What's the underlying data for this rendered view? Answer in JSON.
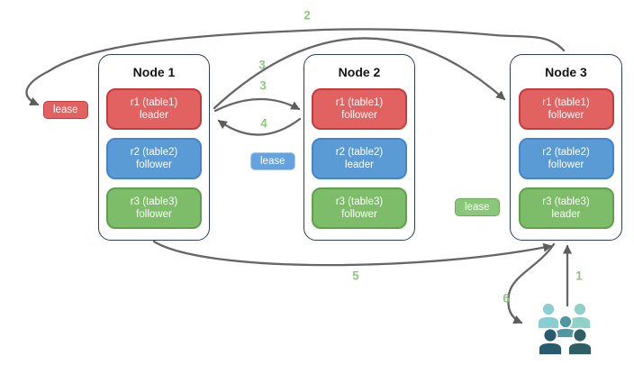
{
  "nodes": [
    {
      "title": "Node 1",
      "replicas": [
        {
          "name": "r1 (table1)",
          "role": "leader",
          "color": "red"
        },
        {
          "name": "r2 (table2)",
          "role": "follower",
          "color": "blue"
        },
        {
          "name": "r3 (table3)",
          "role": "follower",
          "color": "green"
        }
      ]
    },
    {
      "title": "Node 2",
      "replicas": [
        {
          "name": "r1 (table1)",
          "role": "follower",
          "color": "red"
        },
        {
          "name": "r2 (table2)",
          "role": "leader",
          "color": "blue"
        },
        {
          "name": "r3 (table3)",
          "role": "follower",
          "color": "green"
        }
      ]
    },
    {
      "title": "Node 3",
      "replicas": [
        {
          "name": "r1 (table1)",
          "role": "follower",
          "color": "red"
        },
        {
          "name": "r2 (table2)",
          "role": "follower",
          "color": "blue"
        },
        {
          "name": "r3 (table3)",
          "role": "leader",
          "color": "green"
        }
      ]
    }
  ],
  "leases": [
    {
      "label": "lease",
      "color": "red",
      "near": "Node 1 r1 leader"
    },
    {
      "label": "lease",
      "color": "blue",
      "near": "Node 2 r2 leader"
    },
    {
      "label": "lease",
      "color": "green",
      "near": "Node 3 r3 leader"
    }
  ],
  "steps": {
    "s1": "1",
    "s2": "2",
    "s3a": "3",
    "s3b": "3",
    "s4": "4",
    "s5": "5",
    "s6": "6"
  },
  "flows": [
    {
      "step": "1",
      "from": "clients",
      "to": "Node 3"
    },
    {
      "step": "2",
      "from": "Node 3",
      "to": "lease at Node 1"
    },
    {
      "step": "3",
      "from": "Node 1 r1 leader",
      "to": "Node 2 r1 follower"
    },
    {
      "step": "3",
      "from": "Node 1 r1 leader",
      "to": "Node 3 r1 follower"
    },
    {
      "step": "4",
      "from": "Node 2 r1 follower",
      "to": "Node 1 r1 leader"
    },
    {
      "step": "5",
      "from": "Node 1",
      "to": "Node 3"
    },
    {
      "step": "6",
      "from": "Node 3",
      "to": "clients"
    }
  ],
  "icons": {
    "client": "users-group-icon"
  },
  "colors": {
    "replica_red": "#e26262",
    "replica_red_border": "#c63b3b",
    "replica_blue": "#5b9bd5",
    "replica_blue_border": "#4385cb",
    "replica_green": "#7dbd69",
    "replica_green_border": "#5fa04b",
    "node_border": "#2b3f63",
    "arrow": "#666666",
    "step_label": "#8fc97e",
    "users_light_teal": "#8ccdd3",
    "users_mid_teal": "#4e96a2",
    "users_dark_slate": "#2a5a6e"
  }
}
